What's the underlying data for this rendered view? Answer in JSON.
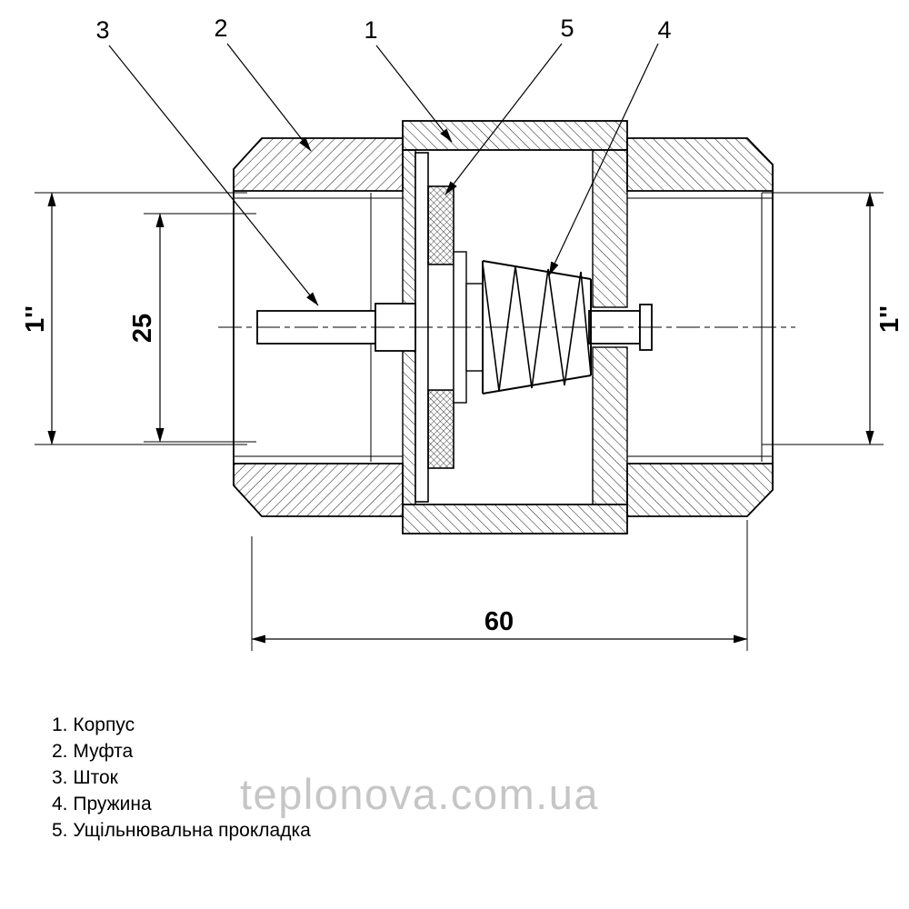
{
  "callouts": {
    "c1": "1",
    "c2": "2",
    "c3": "3",
    "c4": "4",
    "c5": "5"
  },
  "dimensions": {
    "left_bore": "1''",
    "inner": "25",
    "right_bore": "1''",
    "length": "60"
  },
  "legend": {
    "items": [
      "1. Корпус",
      "2. Муфта",
      "3. Шток",
      "4. Пружина",
      "5. Ущільнювальна прокладка"
    ]
  },
  "watermark": "teplonova.com.ua",
  "colors": {
    "line": "#000000",
    "watermark": "#c6c6c6",
    "background": "#ffffff"
  }
}
